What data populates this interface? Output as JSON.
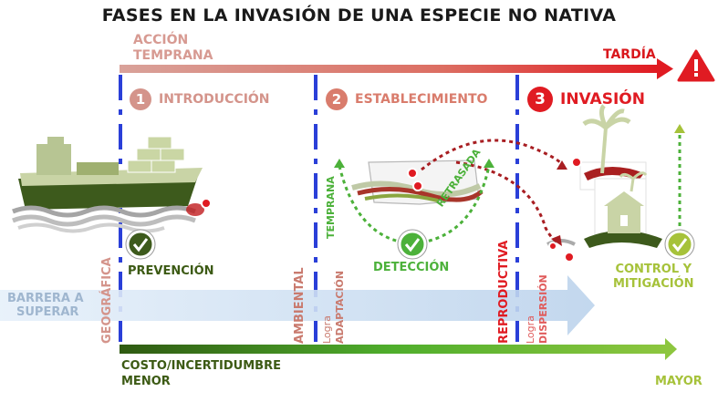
{
  "title": "FASES EN LA INVASIÓN DE UNA ESPECIE NO NATIVA",
  "timeline": {
    "start_label_line1": "ACCIÓN",
    "start_label_line2": "TEMPRANA",
    "end_label": "TARDÍA",
    "warning_icon": "warning-triangle-icon"
  },
  "phases": [
    {
      "number": "1",
      "label": "INTRODUCCIÓN",
      "color": "#d4948b"
    },
    {
      "number": "2",
      "label": "ESTABLECIMIENTO",
      "color": "#d97c6c"
    },
    {
      "number": "3",
      "label": "INVASIÓN",
      "color": "#e01b22"
    }
  ],
  "actions": {
    "prevention": "PREVENCIÓN",
    "detection": "DETECCIÓN",
    "early": "TEMPRANA",
    "late": "RETRASADA",
    "control_line1": "CONTROL Y",
    "control_line2": "MITIGACIÓN"
  },
  "barriers": {
    "arrow_label_line1": "BARRERA A",
    "arrow_label_line2": "SUPERAR",
    "geographic": "GEOGRÁFICA",
    "environmental": "AMBIENTAL",
    "environmental_note1": "Logra",
    "environmental_note2": "ADAPTACIÓN",
    "reproductive": "REPRODUCTIVA",
    "reproductive_note1": "Logra",
    "reproductive_note2": "DISPERSIÓN"
  },
  "cost": {
    "label_line1": "COSTO/INCERTIDUMBRE",
    "label_line2": "MENOR",
    "end_label": "MAYOR"
  },
  "colors": {
    "dark_green": "#3c5a14",
    "mid_green": "#7fbf2c",
    "light_green": "#a6c23a",
    "red": "#e01b22",
    "blue_dash": "#2a3fd8",
    "pale_red": "#d79a92"
  }
}
